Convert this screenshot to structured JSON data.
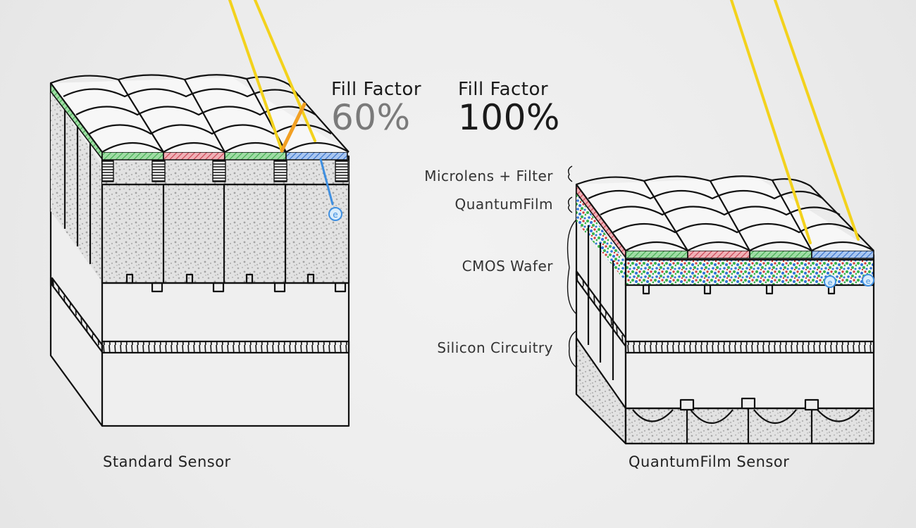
{
  "fill_factor": {
    "standard": {
      "title": "Fill Factor",
      "value": "60%",
      "color": "#7a7a7a"
    },
    "quantumfilm": {
      "title": "Fill Factor",
      "value": "100%",
      "color": "#1a1a1a"
    }
  },
  "layers": [
    {
      "label": "Microlens + Filter"
    },
    {
      "label": "QuantumFilm"
    },
    {
      "label": "CMOS Wafer"
    },
    {
      "label": "Silicon Circuitry"
    }
  ],
  "captions": {
    "left": "Standard Sensor",
    "right": "QuantumFilm Sensor"
  },
  "electron_symbol": "e",
  "colors": {
    "light_ray": "#f3d21c",
    "reflected_ray": "#f2a023",
    "electron": "#3f8fe0",
    "filter_green": "#5fc06a",
    "filter_red": "#d9606c",
    "filter_blue": "#4b84d8",
    "ink": "#111111",
    "silicon": "#bdbdbd"
  }
}
